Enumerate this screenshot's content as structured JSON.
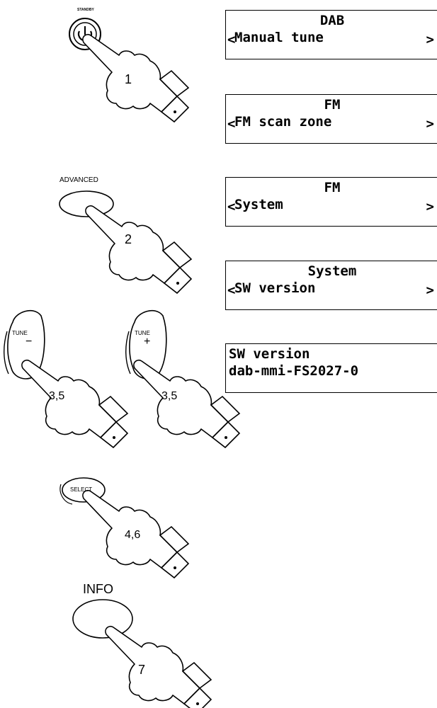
{
  "buttons": {
    "standby": "STANDBY",
    "advanced": "ADVANCED",
    "tune_minus_label": "TUNE",
    "tune_minus_sign": "−",
    "tune_plus_label": "TUNE",
    "tune_plus_sign": "+",
    "select": "SELECT",
    "info": "INFO"
  },
  "steps": {
    "s1": "1",
    "s2": "2",
    "s3a": "3,5",
    "s3b": "3,5",
    "s4": "4,6",
    "s7": "7"
  },
  "displays": [
    {
      "line1": "DAB",
      "line2": "Manual tune"
    },
    {
      "line1": "FM",
      "line2": "FM scan zone"
    },
    {
      "line1": "FM",
      "line2": "System"
    },
    {
      "line1": "System",
      "line2": "SW version"
    },
    {
      "line1": "SW version",
      "line2": "dab-mmi-FS2027-0"
    }
  ],
  "arrows": {
    "left": "<",
    "right": ">"
  }
}
